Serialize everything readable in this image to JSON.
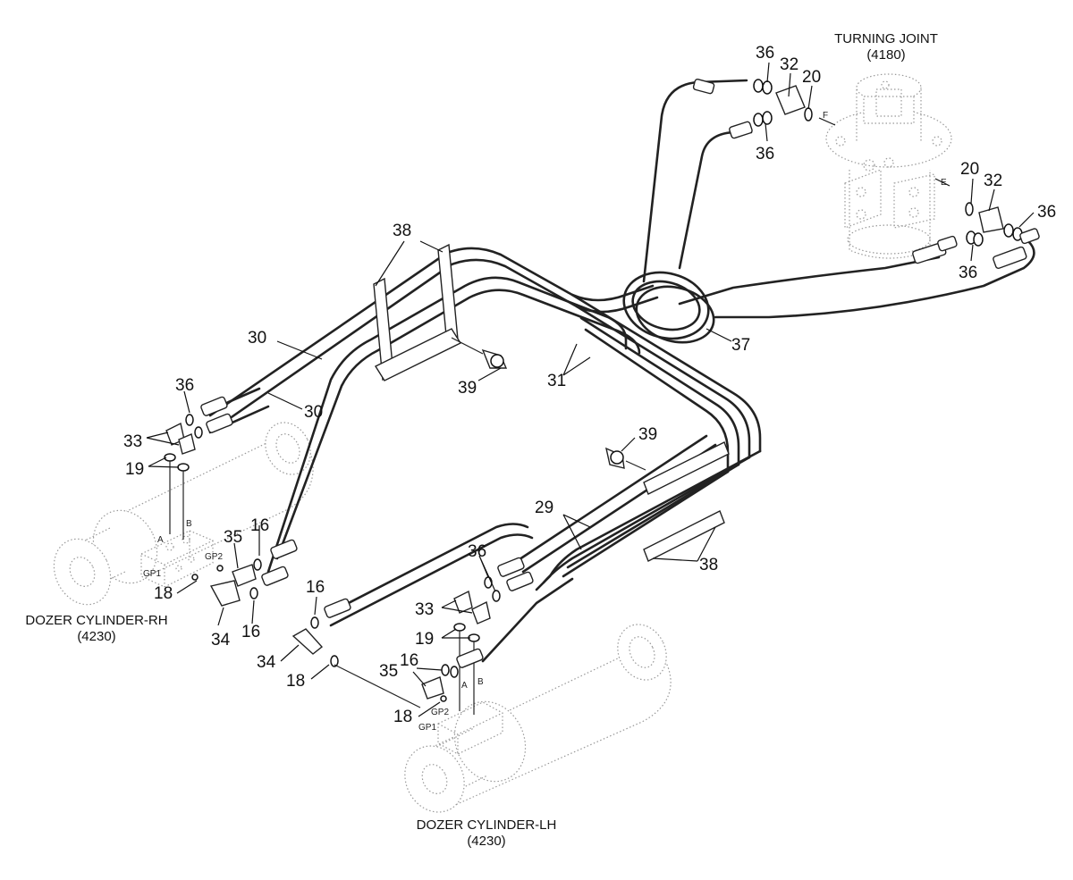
{
  "components": {
    "turning_joint": {
      "name": "TURNING JOINT",
      "code": "(4180)"
    },
    "dozer_rh": {
      "name": "DOZER CYLINDER-RH",
      "code": "(4230)"
    },
    "dozer_lh": {
      "name": "DOZER CYLINDER-LH",
      "code": "(4230)"
    }
  },
  "port_labels": {
    "a": "A",
    "b": "B",
    "gp1": "GP1",
    "gp2": "GP2",
    "e": "E",
    "f": "F"
  },
  "callouts": {
    "n16": "16",
    "n18": "18",
    "n19": "19",
    "n20": "20",
    "n29": "29",
    "n30": "30",
    "n31": "31",
    "n32": "32",
    "n33": "33",
    "n34": "34",
    "n35": "35",
    "n36": "36",
    "n37": "37",
    "n38": "38",
    "n39": "39"
  }
}
